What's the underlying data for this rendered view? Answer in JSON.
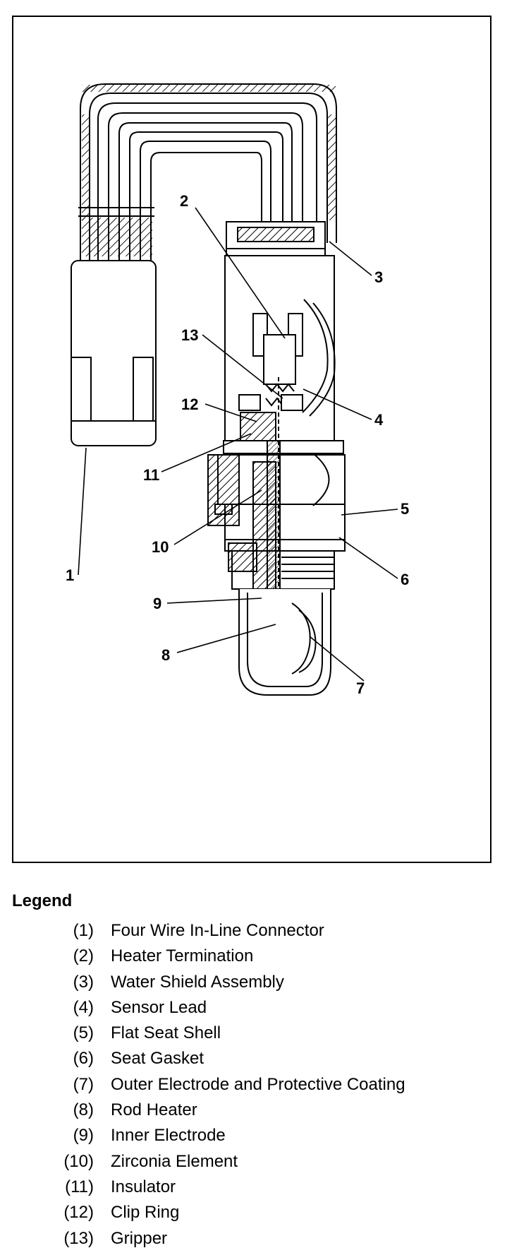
{
  "diagram": {
    "callouts": [
      {
        "id": "1",
        "label": "1"
      },
      {
        "id": "2",
        "label": "2"
      },
      {
        "id": "3",
        "label": "3"
      },
      {
        "id": "4",
        "label": "4"
      },
      {
        "id": "5",
        "label": "5"
      },
      {
        "id": "6",
        "label": "6"
      },
      {
        "id": "7",
        "label": "7"
      },
      {
        "id": "8",
        "label": "8"
      },
      {
        "id": "9",
        "label": "9"
      },
      {
        "id": "10",
        "label": "10"
      },
      {
        "id": "11",
        "label": "11"
      },
      {
        "id": "12",
        "label": "12"
      },
      {
        "id": "13",
        "label": "13"
      }
    ]
  },
  "legend": {
    "title": "Legend",
    "items": [
      {
        "num": "(1)",
        "text": "Four Wire In-Line Connector"
      },
      {
        "num": "(2)",
        "text": "Heater Termination"
      },
      {
        "num": "(3)",
        "text": "Water Shield Assembly"
      },
      {
        "num": "(4)",
        "text": "Sensor Lead"
      },
      {
        "num": "(5)",
        "text": "Flat Seat Shell"
      },
      {
        "num": "(6)",
        "text": "Seat Gasket"
      },
      {
        "num": "(7)",
        "text": "Outer Electrode and Protective Coating"
      },
      {
        "num": "(8)",
        "text": "Rod Heater"
      },
      {
        "num": "(9)",
        "text": "Inner Electrode"
      },
      {
        "num": "(10)",
        "text": "Zirconia Element"
      },
      {
        "num": "(11)",
        "text": "Insulator"
      },
      {
        "num": "(12)",
        "text": "Clip Ring"
      },
      {
        "num": "(13)",
        "text": "Gripper"
      }
    ]
  }
}
